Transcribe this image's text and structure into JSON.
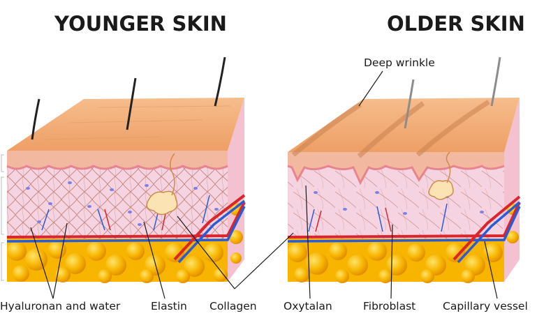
{
  "titles": {
    "younger": "YOUNGER SKIN",
    "older": "OLDER SKIN"
  },
  "labels": {
    "deep_wrinkle": "Deep wrinkle",
    "hyaluronan": "Hyaluronan and water",
    "elastin": "Elastin",
    "collagen": "Collagen",
    "oxytalan": "Oxytalan",
    "fibroblast": "Fibroblast",
    "capillary": "Capillary vessel"
  },
  "colors": {
    "epidermis_top": "#f2b27e",
    "epidermis_front": "#f4c79e",
    "dermis": "#f5d3e0",
    "fibers": "#b36b5e",
    "fat": "#f7b500",
    "fat_light": "#ffd84a",
    "artery": "#d8262c",
    "vein": "#2a5bd7",
    "hair": "#222222"
  }
}
